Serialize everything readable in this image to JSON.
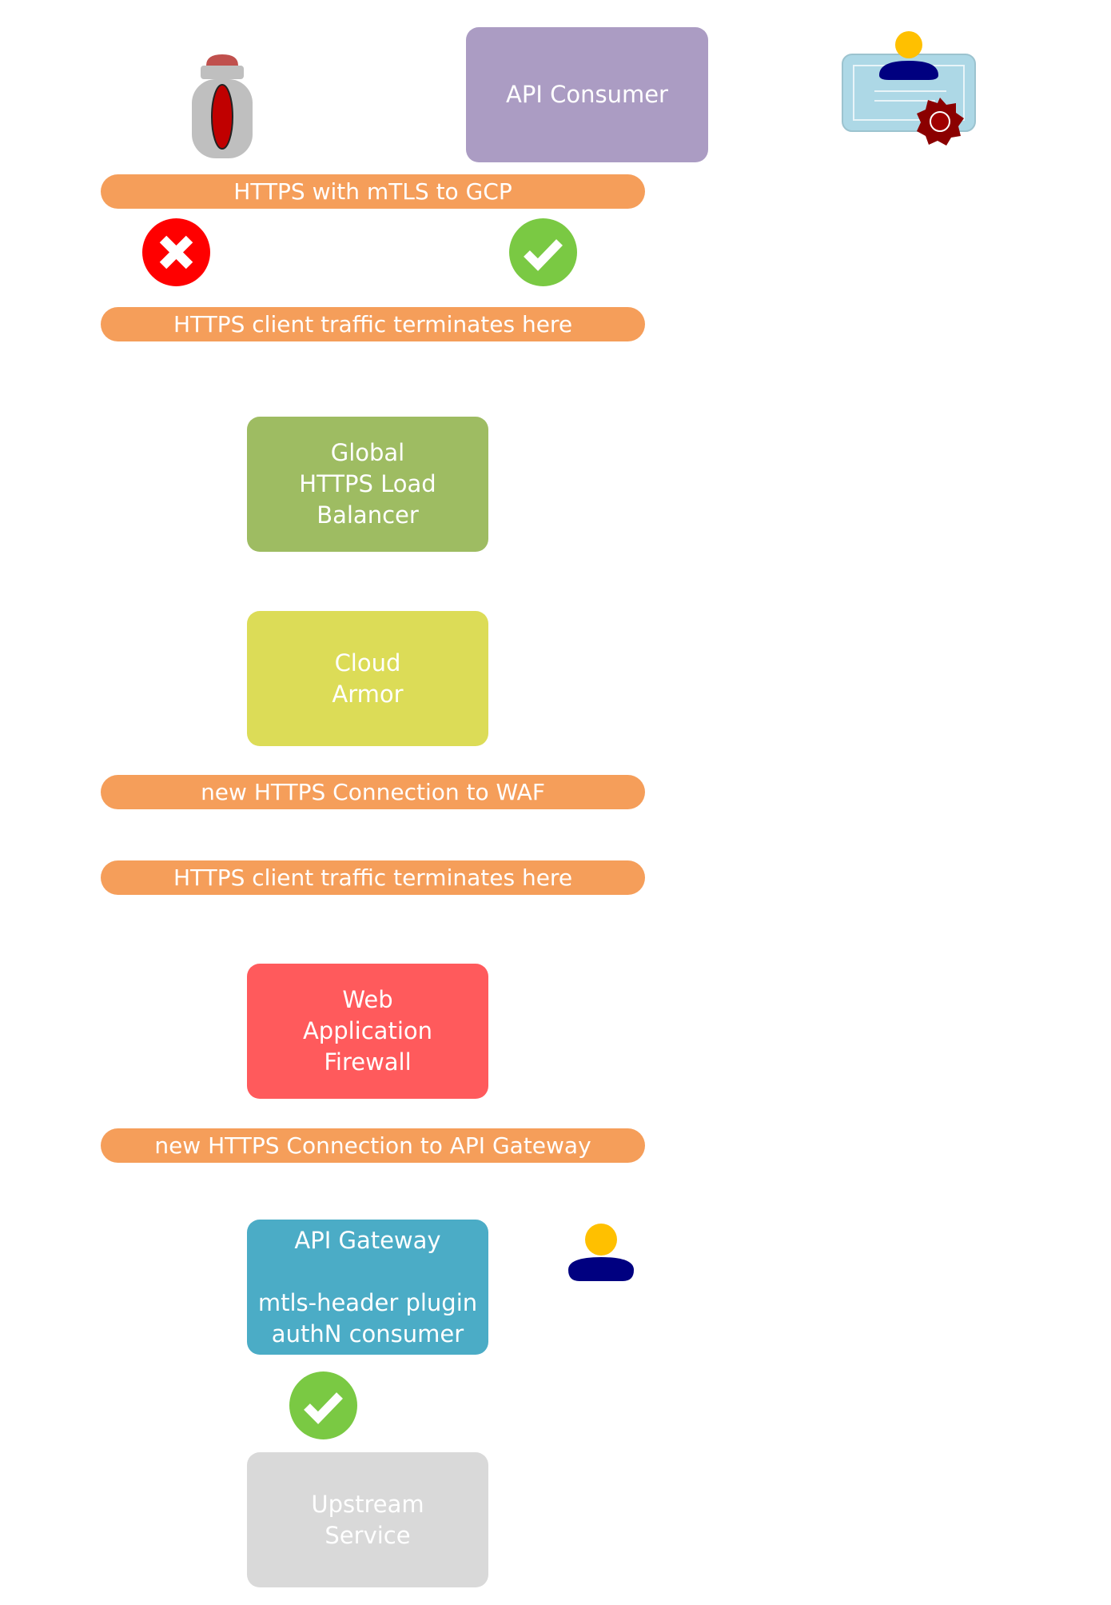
{
  "colors": {
    "banner": "#f59e5a",
    "api_consumer": "#ab9cc3",
    "load_balancer": "#9ebc62",
    "cloud_armor": "#dcdc57",
    "waf": "#ff5a5c",
    "api_gateway": "#4bacc6",
    "upstream": "#d9d9d9",
    "check": "#7ac943",
    "cross": "#ff0000"
  },
  "nodes": {
    "api_consumer": "API Consumer",
    "load_balancer": "Global\nHTTPS Load Balancer",
    "cloud_armor": "Cloud\nArmor",
    "waf": "Web\nApplication\nFirewall",
    "api_gateway": "API Gateway\n\nmtls-header plugin\nauthN consumer",
    "upstream": "Upstream\nService"
  },
  "banners": {
    "mtls": "HTTPS with mTLS to GCP",
    "terminate_1": "HTTPS client traffic terminates here",
    "to_waf": "new HTTPS Connection to WAF",
    "terminate_2": "HTTPS client traffic terminates here",
    "to_gateway": "new HTTPS Connection to API Gateway"
  },
  "icons": {
    "attacker": "attacker-icon",
    "certificate": "certificate-icon",
    "reject": "cross-icon",
    "accept": "check-icon",
    "consumer": "user-icon"
  }
}
